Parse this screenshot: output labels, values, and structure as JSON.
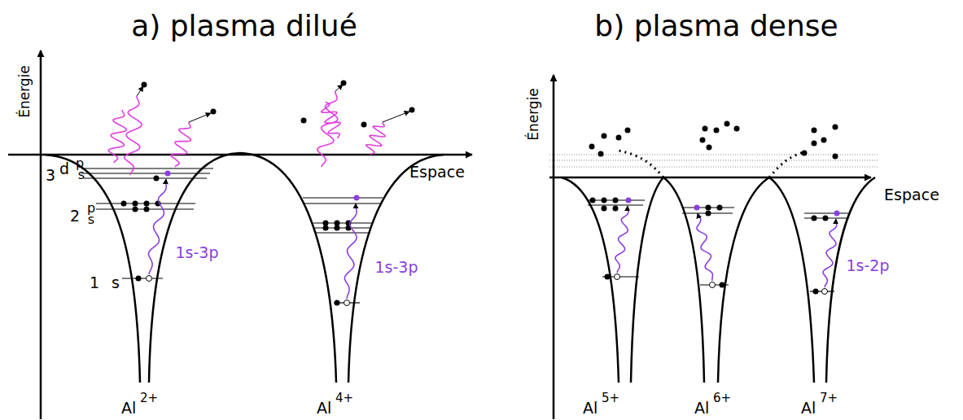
{
  "diagram": {
    "labels": [
      "a) plasma dilué",
      "b) plasma dense",
      "Énergie",
      "Espace",
      "3",
      "d",
      "p",
      "s",
      "2",
      "p",
      "s",
      "1",
      "s",
      "1s-3p",
      "Al",
      "2+",
      "1s-3p",
      "Al",
      "4+",
      "Énergie",
      "Espace",
      "1s-2p",
      "Al",
      "5+",
      "Al",
      "6+",
      "Al",
      "7+"
    ]
  }
}
